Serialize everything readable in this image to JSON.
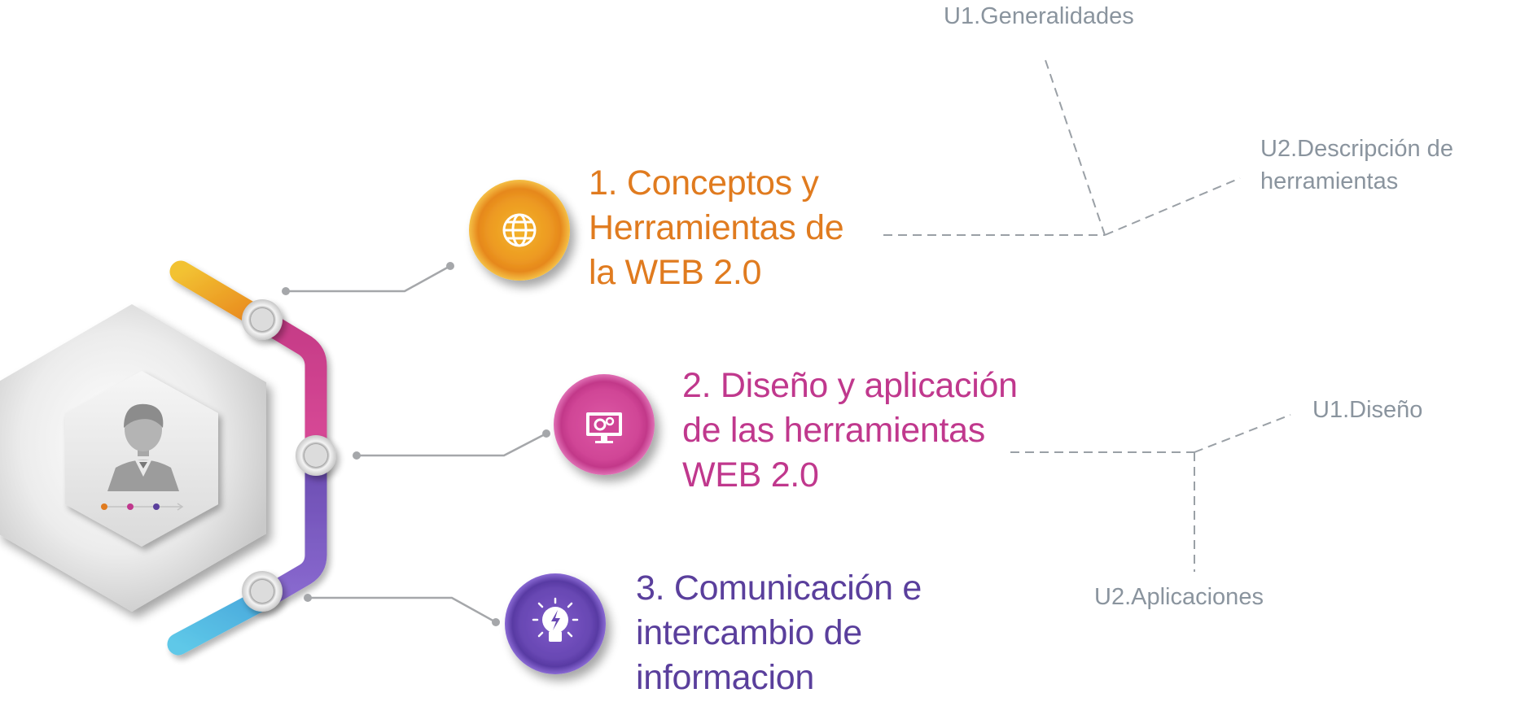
{
  "colors": {
    "orange": "#e07b1f",
    "magenta": "#c0388d",
    "purple": "#5a3f9c",
    "gray_text": "#8a949e",
    "connector": "#a5a7aa",
    "dashed": "#9aa0a6",
    "cyan": "#5ec8e8",
    "yellow": "#f2c232"
  },
  "topics": [
    {
      "title": "1. Conceptos y\nHerramientas de\nla WEB 2.0",
      "icon": "globe-icon",
      "color": "#e07b1f"
    },
    {
      "title": "2. Diseño y aplicación\nde las herramientas\nWEB 2.0",
      "icon": "monitor-gears-icon",
      "color": "#c0388d"
    },
    {
      "title": "3. Comunicación e\nintercambio de\ninformacion",
      "icon": "lightbulb-icon",
      "color": "#5a3f9c"
    }
  ],
  "subtopics": {
    "topic1": [
      "U1.Generalidades",
      "U2.Descripción de\nherramientas"
    ],
    "topic2": [
      "U1.Diseño",
      "U2.Aplicaciones"
    ]
  },
  "center_icon": "person-icon"
}
